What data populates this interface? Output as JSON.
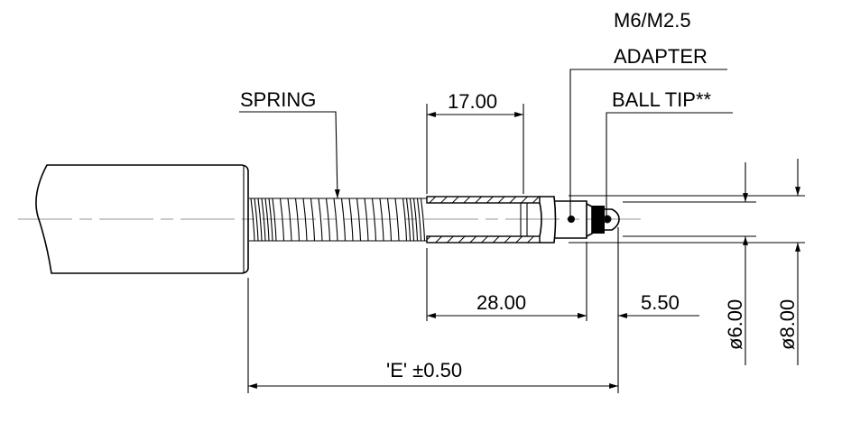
{
  "labels": {
    "adapter_line1": "M6/M2.5",
    "adapter_line2": "ADAPTER",
    "spring": "SPRING",
    "ball_tip": "BALL TIP**",
    "dim_17": "17.00",
    "dim_28": "28.00",
    "dim_5_5": "5.50",
    "dim_e": "'E' ±0.50",
    "dia_6": "ø6.00",
    "dia_8": "ø8.00"
  }
}
